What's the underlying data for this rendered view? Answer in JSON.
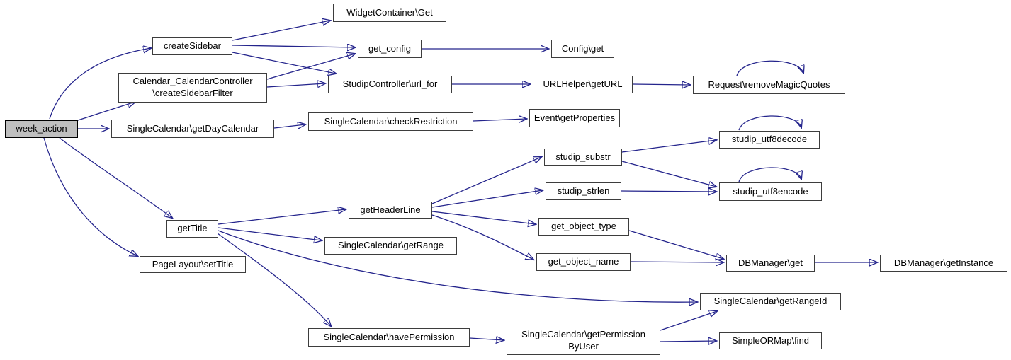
{
  "diagram": {
    "type": "doxygen-call-graph",
    "root": "week_action",
    "colors": {
      "edge": "#24248c",
      "node_border": "#3d3d3d",
      "node_fill": "#ffffff",
      "root_fill": "#bfbfbf",
      "text": "#000000",
      "background": "#ffffff"
    }
  },
  "nodes": {
    "week_action": {
      "label": "week_action"
    },
    "createSidebar": {
      "label": "createSidebar"
    },
    "calendar_filter": {
      "label": "Calendar_CalendarController\n\\createSidebarFilter"
    },
    "getDayCalendar": {
      "label": "SingleCalendar\\getDayCalendar"
    },
    "widget_get": {
      "label": "WidgetContainer\\Get"
    },
    "get_config": {
      "label": "get_config"
    },
    "url_for": {
      "label": "StudipController\\url_for"
    },
    "checkRestriction": {
      "label": "SingleCalendar\\checkRestriction"
    },
    "config_get": {
      "label": "Config\\get"
    },
    "getURL": {
      "label": "URLHelper\\getURL"
    },
    "getProperties": {
      "label": "Event\\getProperties"
    },
    "removeMagicQuotes": {
      "label": "Request\\removeMagicQuotes"
    },
    "studip_substr": {
      "label": "studip_substr"
    },
    "studip_strlen": {
      "label": "studip_strlen"
    },
    "utf8decode": {
      "label": "studip_utf8decode"
    },
    "utf8encode": {
      "label": "studip_utf8encode"
    },
    "get_object_type": {
      "label": "get_object_type"
    },
    "get_object_name": {
      "label": "get_object_name"
    },
    "db_get": {
      "label": "DBManager\\get"
    },
    "db_getInstance": {
      "label": "DBManager\\getInstance"
    },
    "getRangeId": {
      "label": "SingleCalendar\\getRangeId"
    },
    "simple_find": {
      "label": "SimpleORMap\\find"
    },
    "getTitle": {
      "label": "getTitle"
    },
    "setTitle": {
      "label": "PageLayout\\setTitle"
    },
    "getHeaderLine": {
      "label": "getHeaderLine"
    },
    "getRange": {
      "label": "SingleCalendar\\getRange"
    },
    "havePermission": {
      "label": "SingleCalendar\\havePermission"
    },
    "getPermissionByUser": {
      "label": "SingleCalendar\\getPermission\nByUser"
    }
  },
  "edges": [
    {
      "from": "week_action",
      "to": "createSidebar"
    },
    {
      "from": "week_action",
      "to": "calendar_filter"
    },
    {
      "from": "week_action",
      "to": "getDayCalendar"
    },
    {
      "from": "week_action",
      "to": "getTitle"
    },
    {
      "from": "week_action",
      "to": "setTitle"
    },
    {
      "from": "createSidebar",
      "to": "widget_get"
    },
    {
      "from": "createSidebar",
      "to": "get_config"
    },
    {
      "from": "createSidebar",
      "to": "url_for"
    },
    {
      "from": "calendar_filter",
      "to": "get_config"
    },
    {
      "from": "calendar_filter",
      "to": "url_for"
    },
    {
      "from": "get_config",
      "to": "config_get"
    },
    {
      "from": "url_for",
      "to": "getURL"
    },
    {
      "from": "getURL",
      "to": "removeMagicQuotes"
    },
    {
      "from": "getDayCalendar",
      "to": "checkRestriction"
    },
    {
      "from": "checkRestriction",
      "to": "getProperties"
    },
    {
      "from": "getTitle",
      "to": "getHeaderLine"
    },
    {
      "from": "getTitle",
      "to": "getRange"
    },
    {
      "from": "getTitle",
      "to": "getRangeId"
    },
    {
      "from": "getTitle",
      "to": "havePermission"
    },
    {
      "from": "getHeaderLine",
      "to": "studip_substr"
    },
    {
      "from": "getHeaderLine",
      "to": "studip_strlen"
    },
    {
      "from": "getHeaderLine",
      "to": "get_object_type"
    },
    {
      "from": "getHeaderLine",
      "to": "get_object_name"
    },
    {
      "from": "studip_substr",
      "to": "utf8decode"
    },
    {
      "from": "studip_substr",
      "to": "utf8encode"
    },
    {
      "from": "studip_strlen",
      "to": "utf8encode"
    },
    {
      "from": "get_object_type",
      "to": "db_get"
    },
    {
      "from": "get_object_name",
      "to": "db_get"
    },
    {
      "from": "db_get",
      "to": "db_getInstance"
    },
    {
      "from": "havePermission",
      "to": "getPermissionByUser"
    },
    {
      "from": "getPermissionByUser",
      "to": "getRangeId"
    },
    {
      "from": "getPermissionByUser",
      "to": "simple_find"
    }
  ],
  "self_loops": [
    "removeMagicQuotes",
    "utf8decode",
    "utf8encode"
  ]
}
